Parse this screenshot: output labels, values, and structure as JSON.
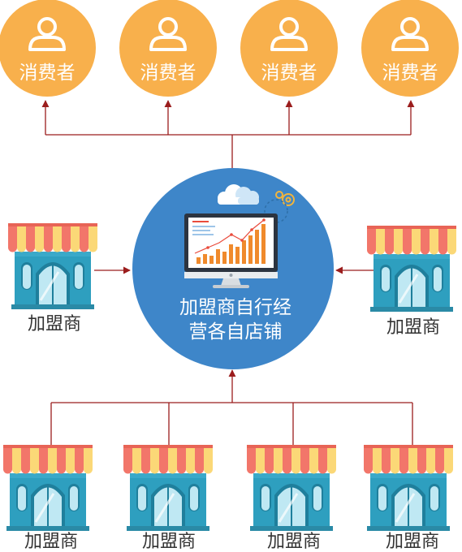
{
  "consumers": [
    {
      "label": "消费者"
    },
    {
      "label": "消费者"
    },
    {
      "label": "消费者"
    },
    {
      "label": "消费者"
    }
  ],
  "center": {
    "line1": "加盟商自行经",
    "line2": "营各自店铺"
  },
  "franchisees": {
    "left": {
      "label": "加盟商"
    },
    "right": {
      "label": "加盟商"
    },
    "bottom": [
      {
        "label": "加盟商"
      },
      {
        "label": "加盟商"
      },
      {
        "label": "加盟商"
      },
      {
        "label": "加盟商"
      }
    ]
  },
  "colors": {
    "consumer_circle": "#f8b04c",
    "center_circle": "#3e86c9",
    "connector": "#9b1d1d",
    "awning_red": "#f2766a",
    "awning_yellow": "#fbd877",
    "shop_body": "#2fa3c2",
    "glass": "#bfe8f3"
  },
  "icons": [
    "user-icon",
    "monitor-icon",
    "cloud-icon",
    "gear-icon",
    "storefront-icon"
  ]
}
